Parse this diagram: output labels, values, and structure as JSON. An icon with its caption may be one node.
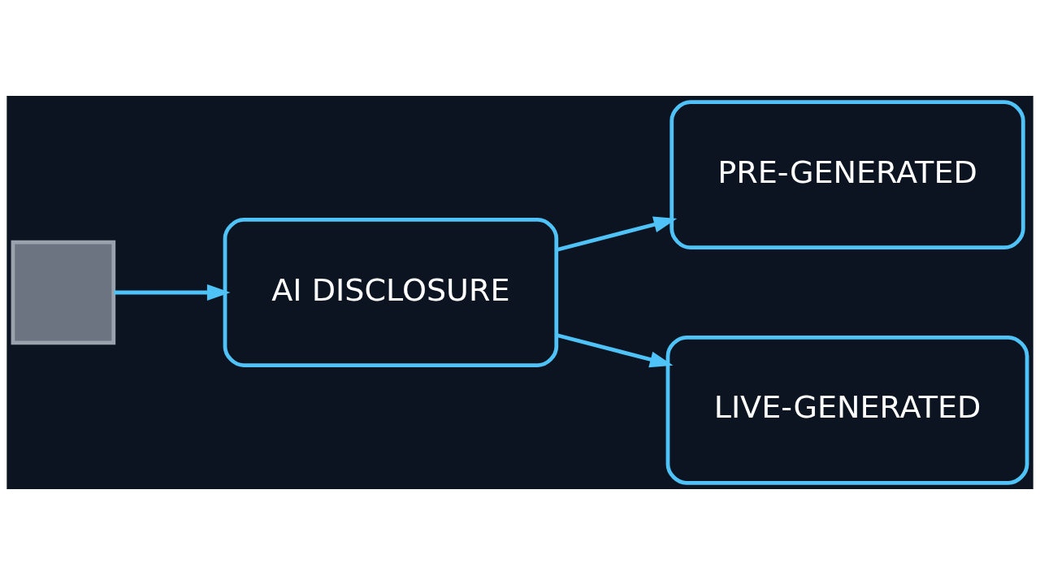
{
  "diagram": {
    "nodes": [
      {
        "text": [],
        "shape": "box"
      },
      {
        "text": [
          "AI DISCLOSURE"
        ]
      },
      {
        "text": [
          "PRE-GENERATED"
        ]
      },
      {
        "text": [
          "LIVE-GENERATED"
        ]
      }
    ],
    "edges": [
      {
        "from": 0,
        "to": 1,
        "arrow": "to"
      },
      {
        "from": 1,
        "to": 2,
        "arrow": "to"
      },
      {
        "from": 1,
        "to": 3,
        "arrow": "to"
      }
    ]
  }
}
